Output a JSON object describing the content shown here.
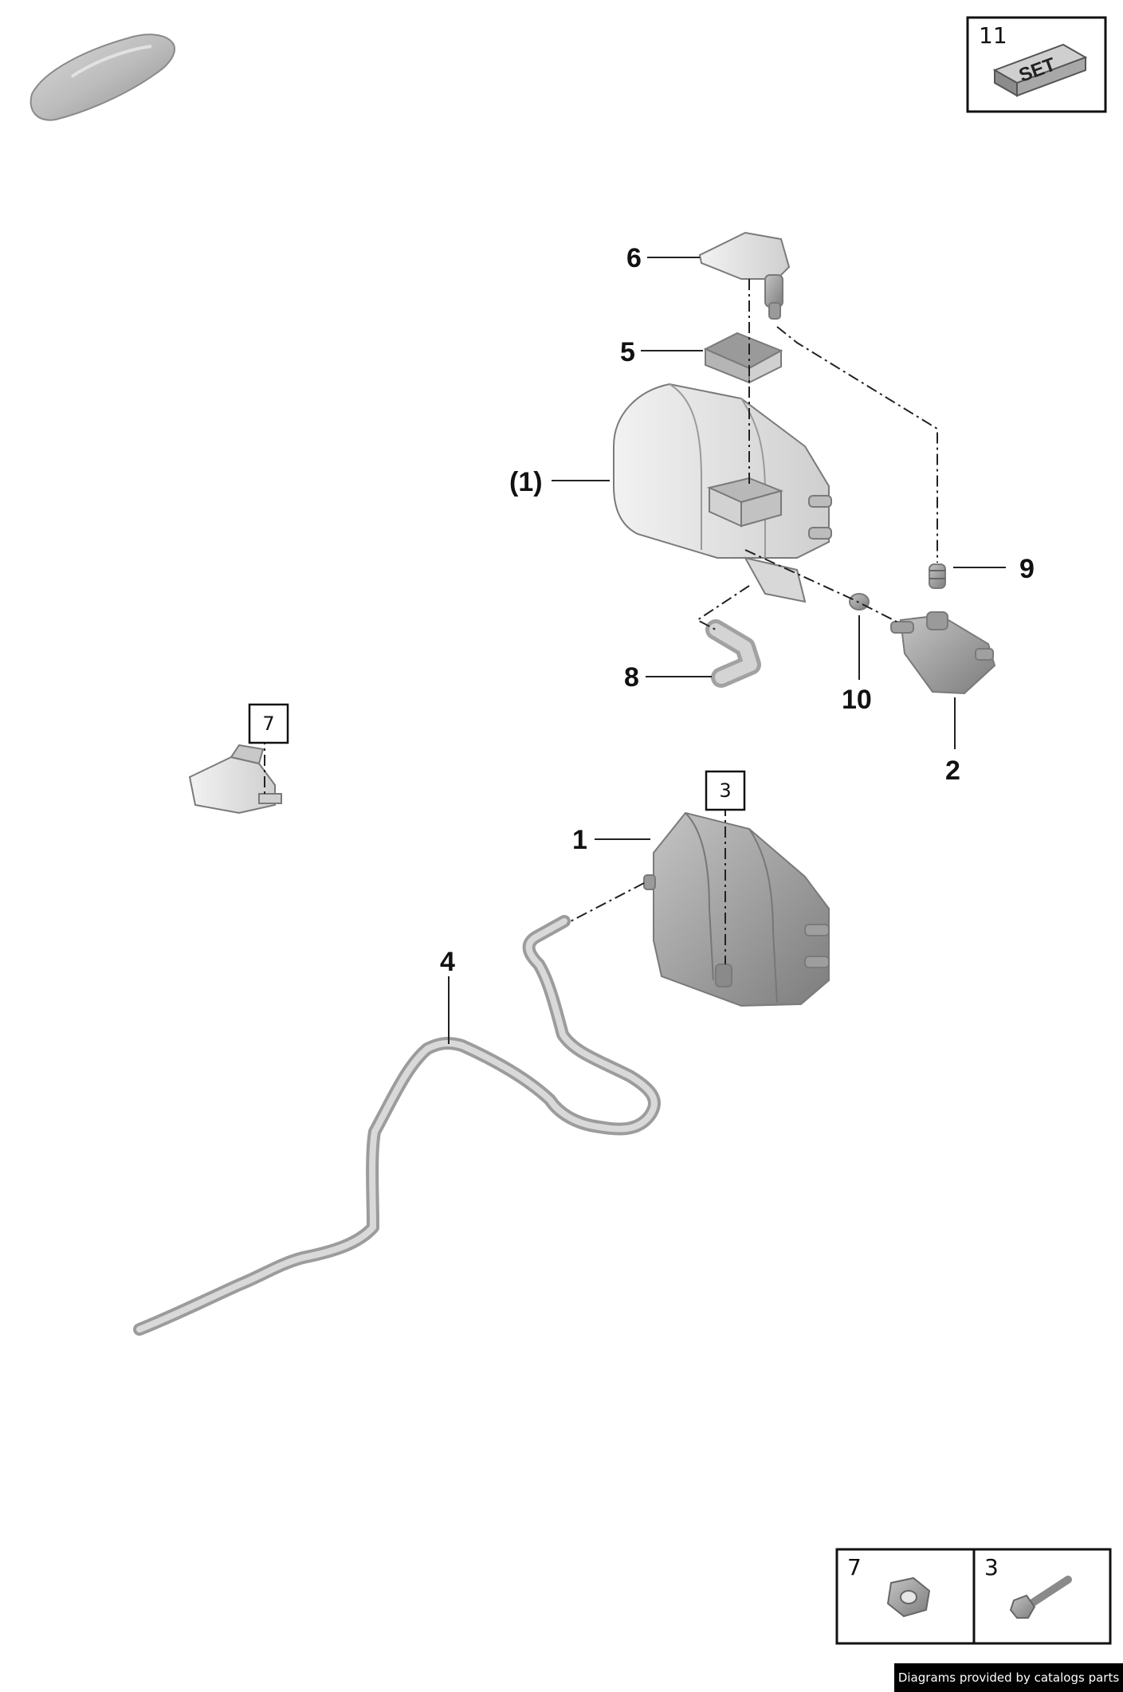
{
  "callouts": {
    "c6": "6",
    "c5": "5",
    "c1_paren": "(1)",
    "c9": "9",
    "c8": "8",
    "c10": "10",
    "c2": "2",
    "c1": "1",
    "c4": "4"
  },
  "boxed_refs": {
    "b7": "7",
    "b3": "3"
  },
  "set_box": {
    "number": "11",
    "label": "SET"
  },
  "hardware_legend": {
    "left_number": "7",
    "right_number": "3"
  },
  "credit": "Diagrams provided by catalogs parts"
}
